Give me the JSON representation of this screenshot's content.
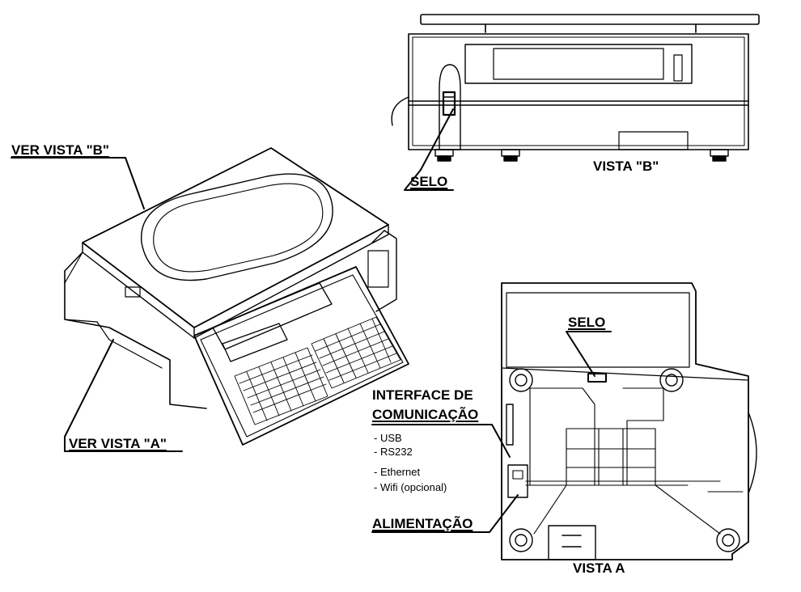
{
  "labels": {
    "ver_vista_b": "VER VISTA \"B\"",
    "ver_vista_a": "VER VISTA \"A\"",
    "selo_top": "SELO",
    "vista_b": "VISTA \"B\"",
    "selo_bottom": "SELO",
    "interface_line1": "INTERFACE DE",
    "interface_line2": "COMUNICAÇÃO",
    "alimentacao": "ALIMENTAÇÃO",
    "vista_a": "VISTA A"
  },
  "interfaces": [
    "- USB",
    "- RS232",
    "- Ethernet",
    "- Wifi (opcional)"
  ]
}
